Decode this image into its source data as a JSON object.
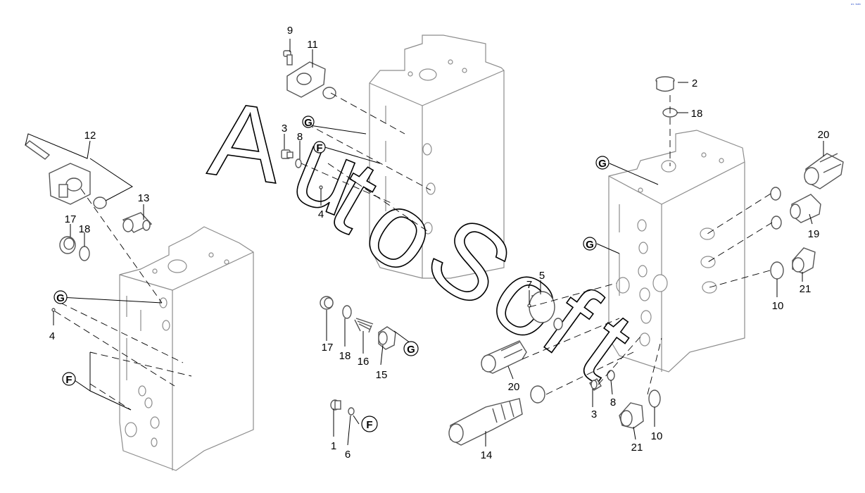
{
  "watermark": [
    "A",
    "u",
    "t",
    "o",
    "S",
    "o",
    "f",
    "t"
  ],
  "corner_mark": "ᵃˢ ᵇᵃᵇ",
  "callouts": [
    {
      "id": "c9",
      "text": "9"
    },
    {
      "id": "c11",
      "text": "11"
    },
    {
      "id": "c2",
      "text": "2"
    },
    {
      "id": "c18a",
      "text": "18"
    },
    {
      "id": "c12",
      "text": "12"
    },
    {
      "id": "c3a",
      "text": "3"
    },
    {
      "id": "c8a",
      "text": "8"
    },
    {
      "id": "c20a",
      "text": "20"
    },
    {
      "id": "c13",
      "text": "13"
    },
    {
      "id": "c4a",
      "text": "4"
    },
    {
      "id": "c17a",
      "text": "17"
    },
    {
      "id": "c18b",
      "text": "18"
    },
    {
      "id": "c19",
      "text": "19"
    },
    {
      "id": "c21a",
      "text": "21"
    },
    {
      "id": "c10a",
      "text": "10"
    },
    {
      "id": "c5",
      "text": "5"
    },
    {
      "id": "c7",
      "text": "7"
    },
    {
      "id": "c4b",
      "text": "4"
    },
    {
      "id": "c17b",
      "text": "17"
    },
    {
      "id": "c18c",
      "text": "18"
    },
    {
      "id": "c16",
      "text": "16"
    },
    {
      "id": "c15",
      "text": "15"
    },
    {
      "id": "c20b",
      "text": "20"
    },
    {
      "id": "c3b",
      "text": "3"
    },
    {
      "id": "c8b",
      "text": "8"
    },
    {
      "id": "c1",
      "text": "1"
    },
    {
      "id": "c6",
      "text": "6"
    },
    {
      "id": "c14",
      "text": "14"
    },
    {
      "id": "c21b",
      "text": "21"
    },
    {
      "id": "c10b",
      "text": "10"
    }
  ],
  "ref_letters": [
    {
      "id": "g1",
      "text": "G"
    },
    {
      "id": "f1",
      "text": "F"
    },
    {
      "id": "g2",
      "text": "G"
    },
    {
      "id": "g3",
      "text": "G"
    },
    {
      "id": "g4",
      "text": "G"
    },
    {
      "id": "f2",
      "text": "F"
    },
    {
      "id": "g5",
      "text": "G"
    },
    {
      "id": "f3",
      "text": "F"
    }
  ]
}
